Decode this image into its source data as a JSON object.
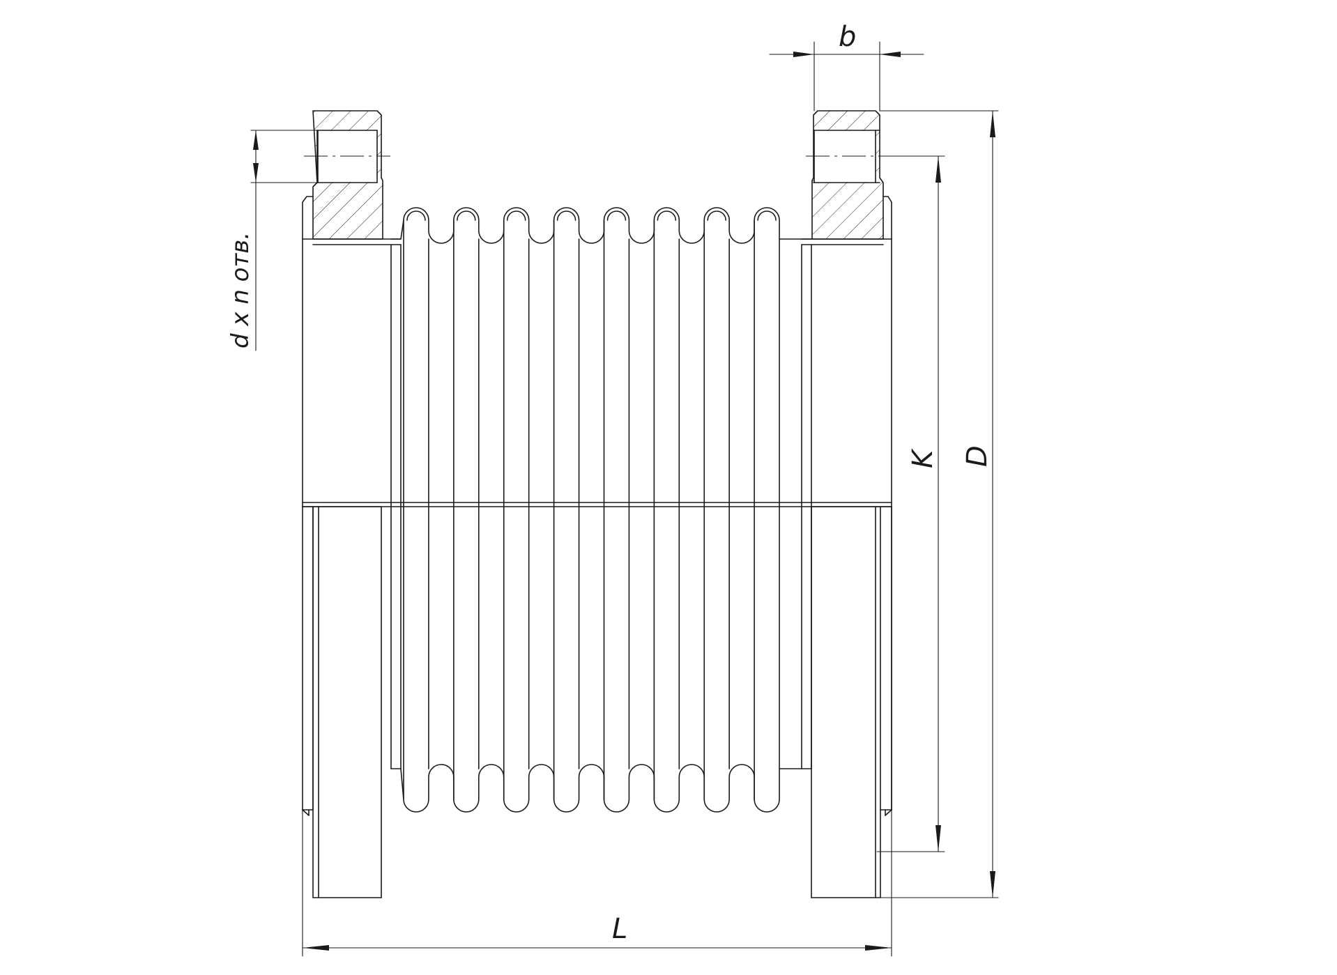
{
  "labels": {
    "b": "b",
    "K": "K",
    "D": "D",
    "L": "L",
    "holes": "d x n отв."
  },
  "convolutions": 8
}
